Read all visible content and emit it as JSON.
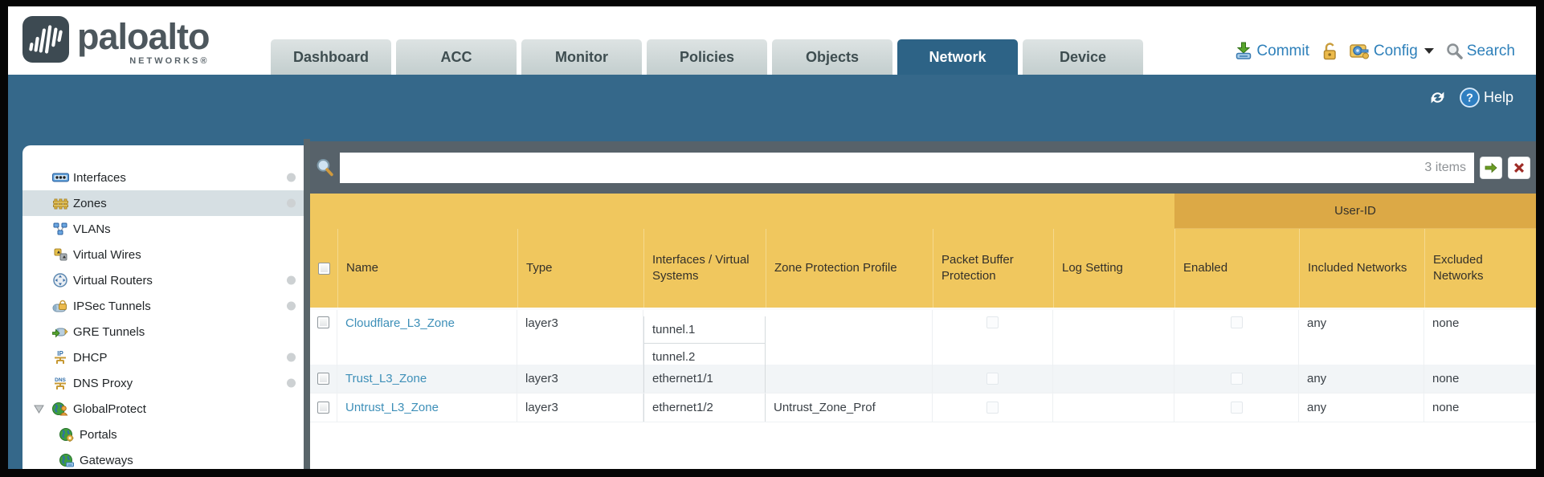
{
  "header": {
    "logo": {
      "brand": "paloalto",
      "sub": "NETWORKS®"
    },
    "tabs": [
      {
        "label": "Dashboard",
        "active": false
      },
      {
        "label": "ACC",
        "active": false
      },
      {
        "label": "Monitor",
        "active": false
      },
      {
        "label": "Policies",
        "active": false
      },
      {
        "label": "Objects",
        "active": false
      },
      {
        "label": "Network",
        "active": true
      },
      {
        "label": "Device",
        "active": false
      }
    ],
    "actions": {
      "commit": "Commit",
      "config": "Config",
      "search": "Search"
    }
  },
  "band": {
    "help": "Help"
  },
  "filter": {
    "value": "",
    "placeholder": "",
    "items_count": "3 items"
  },
  "sidebar": {
    "items": [
      {
        "label": "Interfaces",
        "icon": "interfaces-icon",
        "dot": true
      },
      {
        "label": "Zones",
        "icon": "zones-icon",
        "dot": true,
        "selected": true
      },
      {
        "label": "VLANs",
        "icon": "vlans-icon"
      },
      {
        "label": "Virtual Wires",
        "icon": "virtual-wires-icon"
      },
      {
        "label": "Virtual Routers",
        "icon": "virtual-routers-icon",
        "dot": true
      },
      {
        "label": "IPSec Tunnels",
        "icon": "ipsec-tunnels-icon",
        "dot": true
      },
      {
        "label": "GRE Tunnels",
        "icon": "gre-tunnels-icon"
      },
      {
        "label": "DHCP",
        "icon": "dhcp-icon",
        "dot": true
      },
      {
        "label": "DNS Proxy",
        "icon": "dns-proxy-icon",
        "dot": true
      },
      {
        "label": "GlobalProtect",
        "icon": "globalprotect-icon",
        "expanded": true
      },
      {
        "label": "Portals",
        "icon": "portals-icon",
        "child": true
      },
      {
        "label": "Gateways",
        "icon": "gateways-icon",
        "child": true
      }
    ]
  },
  "table": {
    "group_header": "User-ID",
    "columns": [
      "Name",
      "Type",
      "Interfaces / Virtual Systems",
      "Zone Protection Profile",
      "Packet Buffer Protection",
      "Log Setting",
      "Enabled",
      "Included Networks",
      "Excluded Networks"
    ],
    "rows": [
      {
        "name": "Cloudflare_L3_Zone",
        "type": "layer3",
        "interfaces": [
          "tunnel.1",
          "tunnel.2"
        ],
        "zone_protection_profile": "",
        "packet_buffer_protection": false,
        "log_setting": "",
        "enabled": false,
        "included_networks": "any",
        "excluded_networks": "none"
      },
      {
        "name": "Trust_L3_Zone",
        "type": "layer3",
        "interfaces": [
          "ethernet1/1"
        ],
        "zone_protection_profile": "",
        "packet_buffer_protection": false,
        "log_setting": "",
        "enabled": false,
        "included_networks": "any",
        "excluded_networks": "none"
      },
      {
        "name": "Untrust_L3_Zone",
        "type": "layer3",
        "interfaces": [
          "ethernet1/2"
        ],
        "zone_protection_profile": "Untrust_Zone_Prof",
        "packet_buffer_protection": false,
        "log_setting": "",
        "enabled": false,
        "included_networks": "any",
        "excluded_networks": "none"
      }
    ]
  },
  "colors": {
    "teal": "#35688a",
    "header_amber": "#f0c75e",
    "userid_band": "#dca946",
    "link_blue": "#3d8fb8",
    "strip_gray": "#57626a"
  }
}
